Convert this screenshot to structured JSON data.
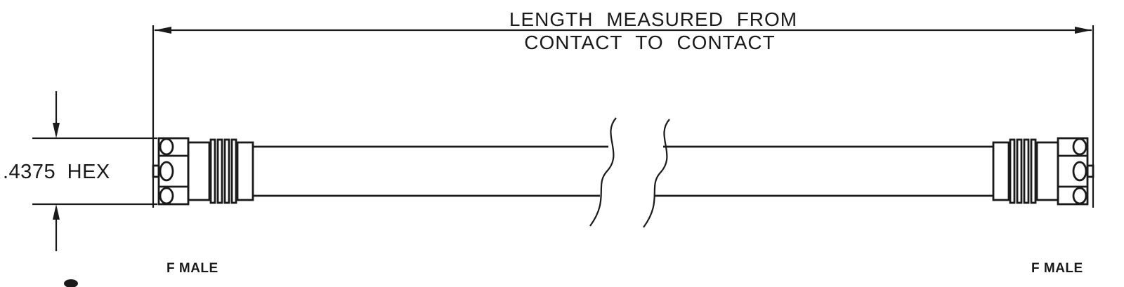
{
  "colors": {
    "line": "#1a1a1a",
    "background": "#ffffff"
  },
  "length_dimension": {
    "label_line1": "LENGTH MEASURED FROM",
    "label_line2": "CONTACT TO CONTACT"
  },
  "hex_dimension": {
    "label": ".4375 HEX"
  },
  "connector_labels": {
    "left": "F MALE",
    "right": "F MALE"
  }
}
